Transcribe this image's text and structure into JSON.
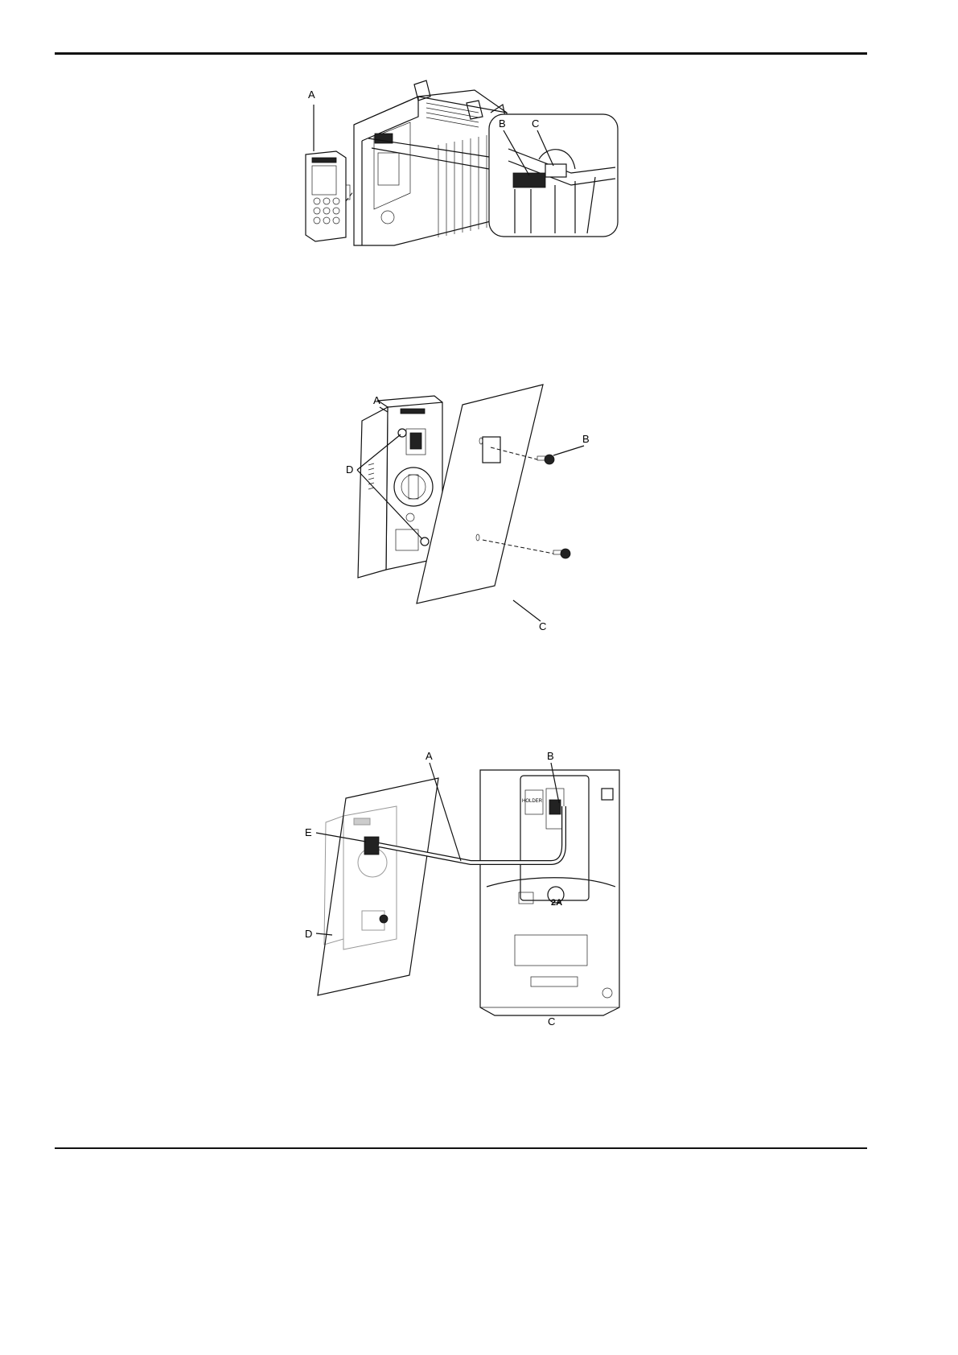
{
  "figures": [
    {
      "callouts": {
        "a": "A",
        "b": "B",
        "c": "C"
      }
    },
    {
      "callouts": {
        "a": "A",
        "b": "B",
        "c": "C",
        "d": "D"
      }
    },
    {
      "callouts": {
        "a": "A",
        "b": "B",
        "c": "C",
        "d": "D",
        "e": "E"
      },
      "drive_marks": {
        "holder": "HOLDER",
        "badge": "2A"
      }
    }
  ]
}
